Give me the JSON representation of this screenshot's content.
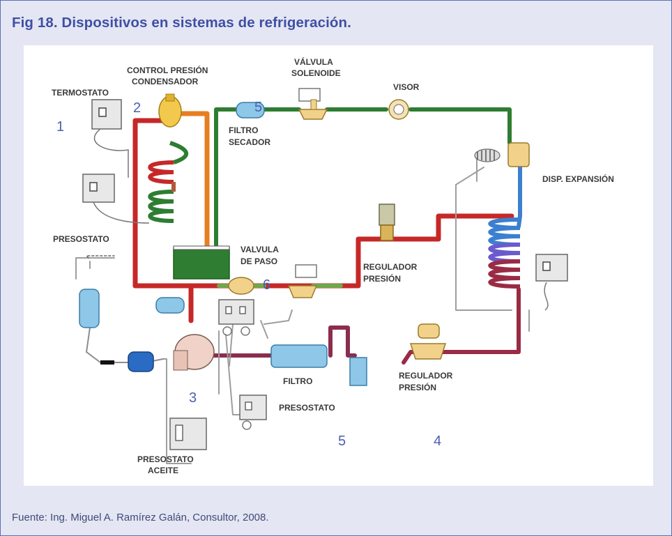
{
  "figure": {
    "title": "Fig 18. Dispositivos en sistemas de refrigeración.",
    "caption": "Fuente: Ing. Miguel A. Ramírez Galán, Consultor, 2008."
  },
  "diagram": {
    "labels": {
      "control_presion_1": "CONTROL PRESIÓN",
      "control_presion_2": "CONDENSADOR",
      "termostato": "TERMOSTATO",
      "valvula_solenoide_1": "VÁLVULA",
      "valvula_solenoide_2": "SOLENOIDE",
      "visor": "VISOR",
      "filtro_secador_1": "FILTRO",
      "filtro_secador_2": "SECADOR",
      "disp_expansion": "DISP. EXPANSIÓN",
      "presostato_left": "PRESOSTATO",
      "valvula_paso_1": "VALVULA",
      "valvula_paso_2": "DE PASO",
      "regulador_presion_top_1": "REGULADOR",
      "regulador_presion_top_2": "PRESIÓN",
      "filtro": "FILTRO",
      "regulador_presion_bottom_1": "REGULADOR",
      "regulador_presion_bottom_2": "PRESIÓN",
      "presostato_bottom": "PRESOSTATO",
      "presostato_aceite_1": "PRESOSTATO",
      "presostato_aceite_2": "ACEITE"
    },
    "numbers": {
      "n1": "1",
      "n2": "2",
      "n3": "3",
      "n4": "4",
      "n5a": "5",
      "n5b": "5",
      "n6": "6"
    }
  },
  "colors": {
    "title": "#3e50a5",
    "frame_bg": "#e5e6f3",
    "hot_line": "#c62828",
    "liquid_line": "#2e7d32",
    "discharge_line": "#e67e22",
    "suction_line": "#8b2d4f",
    "cold_line": "#3b7fd0",
    "component": "#8ec7e8"
  }
}
